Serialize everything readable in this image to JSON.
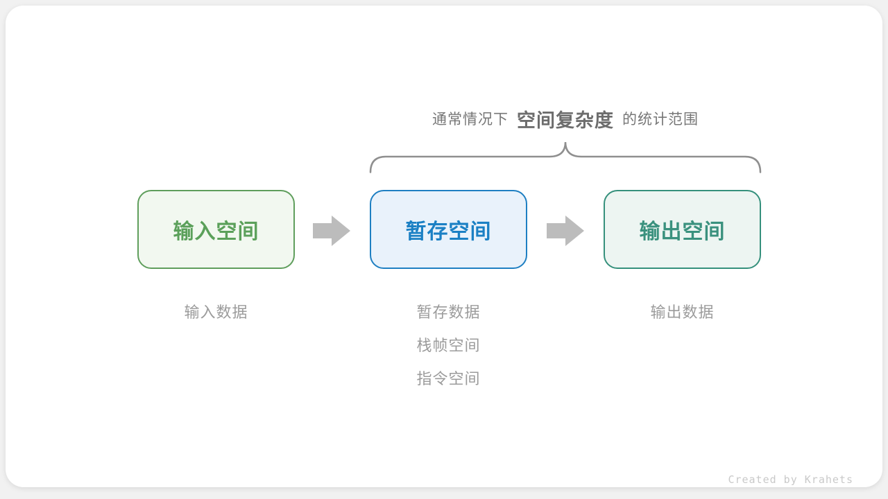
{
  "canvas": {
    "outer_background": "#f1f1f1",
    "card_background": "#ffffff"
  },
  "annotation": {
    "prefix": "通常情况下",
    "emphasis": "空间复杂度",
    "suffix": "的统计范围",
    "text_color": "#767676",
    "emphasis_color": "#6d6d6d"
  },
  "brace": {
    "color": "#8f8f8f"
  },
  "flow": {
    "arrow_color": "#bcbcbc",
    "boxes": [
      {
        "label": "输入空间",
        "text_color": "#5ba05a",
        "border_color": "#5f9e5c",
        "fill_color": "#f2f8f0"
      },
      {
        "label": "暂存空间",
        "text_color": "#1b80c4",
        "border_color": "#1e7fc2",
        "fill_color": "#e9f2fb"
      },
      {
        "label": "输出空间",
        "text_color": "#3a917e",
        "border_color": "#35907c",
        "fill_color": "#edf5f2"
      }
    ]
  },
  "notes": {
    "input": [
      "输入数据"
    ],
    "temp": [
      "暂存数据",
      "栈帧空间",
      "指令空间"
    ],
    "output": [
      "输出数据"
    ],
    "text_color": "#9b9b9b"
  },
  "credit": {
    "text": "Created by Krahets",
    "color": "#c9c9c9"
  }
}
